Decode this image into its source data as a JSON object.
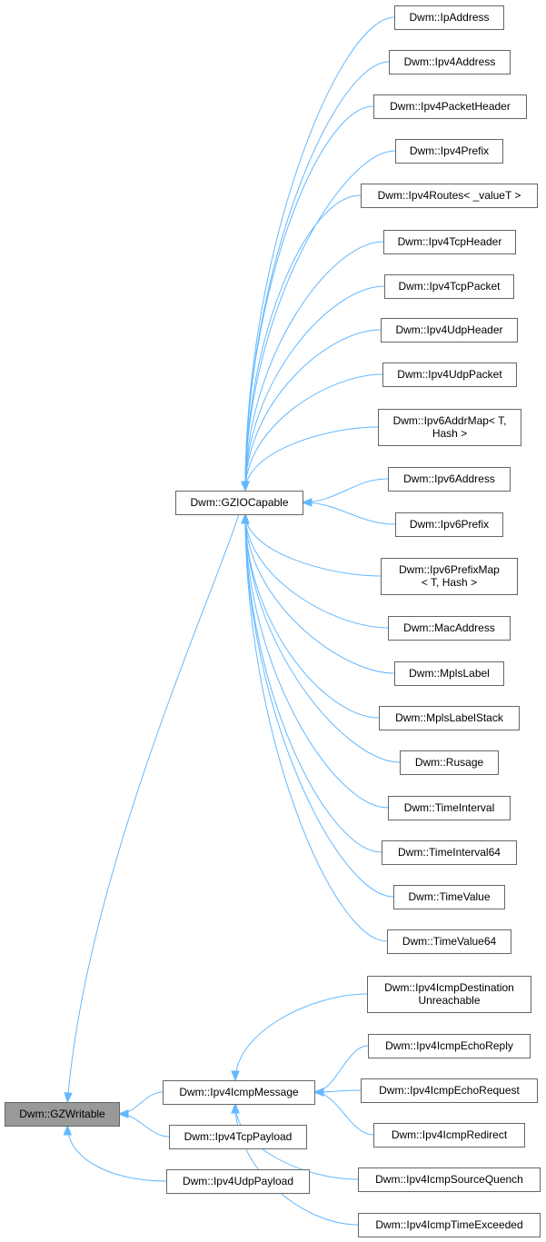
{
  "nodes": {
    "gzwritable": {
      "label": [
        "Dwm::GZWritable"
      ],
      "root": true
    },
    "gziocapable": {
      "label": [
        "Dwm::GZIOCapable"
      ]
    },
    "ipv4icmpmessage": {
      "label": [
        "Dwm::Ipv4IcmpMessage"
      ]
    },
    "ipv4tcppayload": {
      "label": [
        "Dwm::Ipv4TcpPayload"
      ]
    },
    "ipv4udppayload": {
      "label": [
        "Dwm::Ipv4UdpPayload"
      ]
    },
    "ipaddress": {
      "label": [
        "Dwm::IpAddress"
      ]
    },
    "ipv4address": {
      "label": [
        "Dwm::Ipv4Address"
      ]
    },
    "ipv4packetheader": {
      "label": [
        "Dwm::Ipv4PacketHeader"
      ]
    },
    "ipv4prefix": {
      "label": [
        "Dwm::Ipv4Prefix"
      ]
    },
    "ipv4routes": {
      "label": [
        "Dwm::Ipv4Routes< _valueT >"
      ]
    },
    "ipv4tcpheader": {
      "label": [
        "Dwm::Ipv4TcpHeader"
      ]
    },
    "ipv4tcppacket": {
      "label": [
        "Dwm::Ipv4TcpPacket"
      ]
    },
    "ipv4udpheader": {
      "label": [
        "Dwm::Ipv4UdpHeader"
      ]
    },
    "ipv4udppacket": {
      "label": [
        "Dwm::Ipv4UdpPacket"
      ]
    },
    "ipv6addrmap": {
      "label": [
        "Dwm::Ipv6AddrMap< T,",
        "Hash >"
      ]
    },
    "ipv6address": {
      "label": [
        "Dwm::Ipv6Address"
      ]
    },
    "ipv6prefix": {
      "label": [
        "Dwm::Ipv6Prefix"
      ]
    },
    "ipv6prefixmap": {
      "label": [
        "Dwm::Ipv6PrefixMap",
        "< T, Hash >"
      ]
    },
    "macaddress": {
      "label": [
        "Dwm::MacAddress"
      ]
    },
    "mplslabel": {
      "label": [
        "Dwm::MplsLabel"
      ]
    },
    "mplslabelstack": {
      "label": [
        "Dwm::MplsLabelStack"
      ]
    },
    "rusage": {
      "label": [
        "Dwm::Rusage"
      ]
    },
    "timeinterval": {
      "label": [
        "Dwm::TimeInterval"
      ]
    },
    "timeinterval64": {
      "label": [
        "Dwm::TimeInterval64"
      ]
    },
    "timevalue": {
      "label": [
        "Dwm::TimeValue"
      ]
    },
    "timevalue64": {
      "label": [
        "Dwm::TimeValue64"
      ]
    },
    "icmpdestunreach": {
      "label": [
        "Dwm::Ipv4IcmpDestination",
        "Unreachable"
      ]
    },
    "icmpechoreply": {
      "label": [
        "Dwm::Ipv4IcmpEchoReply"
      ]
    },
    "icmpechorequest": {
      "label": [
        "Dwm::Ipv4IcmpEchoRequest"
      ]
    },
    "icmpredirect": {
      "label": [
        "Dwm::Ipv4IcmpRedirect"
      ]
    },
    "icmpsourcequench": {
      "label": [
        "Dwm::Ipv4IcmpSourceQuench"
      ]
    },
    "icmptimeexceeded": {
      "label": [
        "Dwm::Ipv4IcmpTimeExceeded"
      ]
    }
  },
  "edges": [
    {
      "from": "gziocapable",
      "to": "gzwritable"
    },
    {
      "from": "ipv4icmpmessage",
      "to": "gzwritable"
    },
    {
      "from": "ipv4tcppayload",
      "to": "gzwritable"
    },
    {
      "from": "ipv4udppayload",
      "to": "gzwritable"
    },
    {
      "from": "ipaddress",
      "to": "gziocapable"
    },
    {
      "from": "ipv4address",
      "to": "gziocapable"
    },
    {
      "from": "ipv4packetheader",
      "to": "gziocapable"
    },
    {
      "from": "ipv4prefix",
      "to": "gziocapable"
    },
    {
      "from": "ipv4routes",
      "to": "gziocapable"
    },
    {
      "from": "ipv4tcpheader",
      "to": "gziocapable"
    },
    {
      "from": "ipv4tcppacket",
      "to": "gziocapable"
    },
    {
      "from": "ipv4udpheader",
      "to": "gziocapable"
    },
    {
      "from": "ipv4udppacket",
      "to": "gziocapable"
    },
    {
      "from": "ipv6addrmap",
      "to": "gziocapable"
    },
    {
      "from": "ipv6address",
      "to": "gziocapable"
    },
    {
      "from": "ipv6prefix",
      "to": "gziocapable"
    },
    {
      "from": "ipv6prefixmap",
      "to": "gziocapable"
    },
    {
      "from": "macaddress",
      "to": "gziocapable"
    },
    {
      "from": "mplslabel",
      "to": "gziocapable"
    },
    {
      "from": "mplslabelstack",
      "to": "gziocapable"
    },
    {
      "from": "rusage",
      "to": "gziocapable"
    },
    {
      "from": "timeinterval",
      "to": "gziocapable"
    },
    {
      "from": "timeinterval64",
      "to": "gziocapable"
    },
    {
      "from": "timevalue",
      "to": "gziocapable"
    },
    {
      "from": "timevalue64",
      "to": "gziocapable"
    },
    {
      "from": "icmpdestunreach",
      "to": "ipv4icmpmessage"
    },
    {
      "from": "icmpechoreply",
      "to": "ipv4icmpmessage"
    },
    {
      "from": "icmpechorequest",
      "to": "ipv4icmpmessage"
    },
    {
      "from": "icmpredirect",
      "to": "ipv4icmpmessage"
    },
    {
      "from": "icmpsourcequench",
      "to": "ipv4icmpmessage"
    },
    {
      "from": "icmptimeexceeded",
      "to": "ipv4icmpmessage"
    }
  ],
  "colors": {
    "edge": "#63b8ff",
    "root_fill": "#999999",
    "border": "#666666"
  }
}
